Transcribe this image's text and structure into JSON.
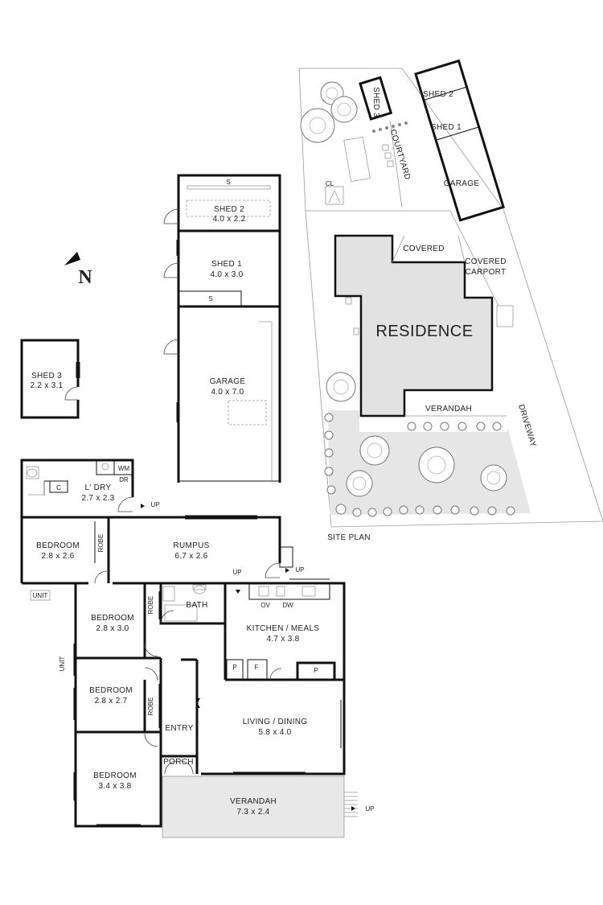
{
  "rooms": {
    "shed3": {
      "name": "SHED 3",
      "dim": "2.2 x 3.1"
    },
    "shed2": {
      "name": "SHED 2",
      "dim": "4.0 x 2.2"
    },
    "shed1": {
      "name": "SHED 1",
      "dim": "4.0 x 3.0"
    },
    "garage": {
      "name": "GARAGE",
      "dim": "4.0 x 7.0"
    },
    "laundry": {
      "name": "L' DRY",
      "dim": "2.7 x 2.3"
    },
    "bedroom_a": {
      "name": "BEDROOM",
      "dim": "2.8 x 2.6"
    },
    "rumpus": {
      "name": "RUMPUS",
      "dim": "6.7 x 2.6"
    },
    "bedroom_b": {
      "name": "BEDROOM",
      "dim": "2.8 x 3.0"
    },
    "bath": {
      "name": "BATH"
    },
    "kitchen": {
      "name": "KITCHEN / MEALS",
      "dim": "4.7 x 3.8"
    },
    "bedroom_c": {
      "name": "BEDROOM",
      "dim": "2.8 x 2.7"
    },
    "living": {
      "name": "LIVING / DINING",
      "dim": "5.8 x 4.0"
    },
    "entry": {
      "name": "ENTRY"
    },
    "porch": {
      "name": "PORCH"
    },
    "bedroom_d": {
      "name": "BEDROOM",
      "dim": "3.4 x 3.8"
    },
    "verandah": {
      "name": "VERANDAH",
      "dim": "7.3 x 2.4"
    }
  },
  "fixtures": {
    "s": "S",
    "wm": "WM",
    "dr": "DR",
    "c": "C",
    "robe": "ROBE",
    "ov": "OV",
    "dw": "DW",
    "p": "P",
    "f": "F",
    "up": "UP",
    "unit": "UNIT"
  },
  "compass": {
    "letter": "N"
  },
  "site": {
    "title": "SITE PLAN",
    "shed3": "SHED 3",
    "shed2": "SHED 2",
    "shed1": "SHED 1",
    "garage": "GARAGE",
    "courtyard": "COURTYARD",
    "cl": "CL",
    "covered": "COVERED",
    "carport_line1": "COVERED",
    "carport_line2": "CARPORT",
    "residence": "RESIDENCE",
    "verandah": "VERANDAH",
    "driveway": "DRIVEWAY"
  }
}
